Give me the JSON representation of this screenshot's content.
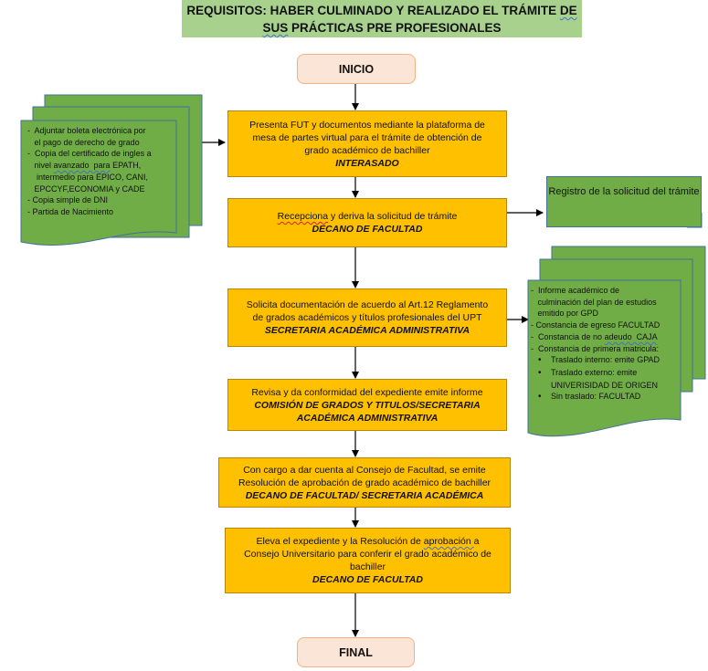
{
  "title": {
    "line1_prefix": "REQUISITOS: HABER CULMINADO Y REALIZADO EL TRÁMITE ",
    "line1_squiggle": "DE",
    "line2_squiggle": "SUS",
    "line2_rest": " PRÁCTICAS PRE PROFESIONALES"
  },
  "start": {
    "label": "INICIO"
  },
  "end": {
    "label": "FINAL"
  },
  "steps": [
    {
      "lines": [
        "Presenta FUT y documentos mediante la plataforma de",
        "mesa de partes virtual para el trámite de obtención de",
        "grado académico de bachiller"
      ],
      "role": "INTERASADO"
    },
    {
      "squiggle": "Recepciona",
      "text_rest": " y deriva la solicitud de trámite",
      "role": "DECANO DE FACULTAD"
    },
    {
      "lines": [
        "Solicita documentación de acuerdo al Art.12 Reglamento",
        "de grados académicos y títulos profesionales del UPT"
      ],
      "role": "SECRETARIA ACADÉMICA ADMINISTRATIVA"
    },
    {
      "lines": [
        "Revisa y da conformidad del expediente emite informe"
      ],
      "role_lines": [
        "COMISIÓN DE GRADOS Y TITULOS/SECRETARIA",
        "ACADÉMICA ADMINISTRATIVA"
      ]
    },
    {
      "lines": [
        "Con cargo a dar cuenta al Consejo de Facultad, se emite",
        "Resolución de aprobación de grado académico de bachiller"
      ],
      "role": "DECANO DE FACULTAD/ SECRETARIA ACADÉMICA"
    },
    {
      "line1_prefix": "Eleva el expediente y la Resolución de ",
      "line1_squiggle": "aprobación ",
      "line1_suffix": " a",
      "lines": [
        "Consejo Universitario para conferir el grado académico de",
        "bachiller"
      ],
      "role": "DECANO DE FACULTAD"
    }
  ],
  "left_documents": {
    "items": [
      "-  Adjuntar boleta electrónica por",
      "   el pago de derecho de grado",
      "-  Copia del certificado de ingles a",
      "intermedio para EPICO, CANI,",
      "   EPCCYF,ECONOMIA y CADE",
      "- Copia simple de DNI",
      "- Partida de Nacimiento"
    ],
    "line4_prefix": "   nivel ",
    "line4_squiggle": "avanzado  para",
    "line4_suffix": " EPATH,"
  },
  "note": {
    "text": "Registro de la solicitud del trámite"
  },
  "right_documents": {
    "items": [
      "-  Informe académico de",
      "   culminación del plan de estudios",
      "   emitido por GPD",
      "- Constancia de egreso FACULTAD",
      "-  Constancia de primera matricula:"
    ],
    "line5_prefix": "-  Constancia de no ",
    "line5_squiggle": "adeudo  CAJA",
    "bullets": [
      "Traslado interno: emite GPAD",
      "Traslado externo: emite",
      "Sin traslado: FACULTAD"
    ],
    "bullet2_cont": "UNIVERISIDAD DE ORIGEN"
  },
  "colors": {
    "title_bg": "#a9d18e",
    "terminal_bg": "#fbe5d6",
    "terminal_border": "#f4b183",
    "process_bg": "#ffc000",
    "document_bg": "#70ad47",
    "document_border": "#41719c"
  }
}
